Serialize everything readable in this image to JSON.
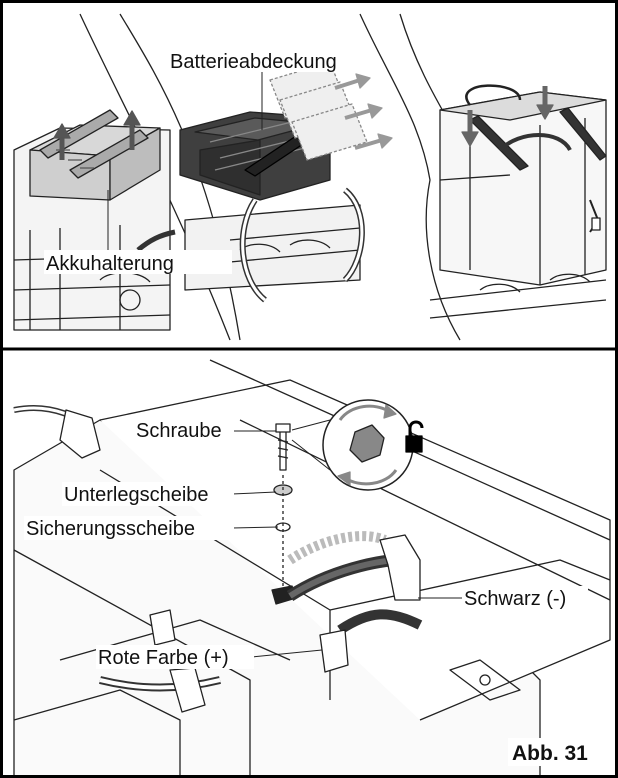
{
  "top_panel": {
    "battery_cover_label": "Batterieabdeckung",
    "battery_holder_label": "Akkuhalterung"
  },
  "bottom_panel": {
    "screw_label": "Schraube",
    "washer_label": "Unterlegscheibe",
    "lock_washer_label": "Sicherungsscheibe",
    "black_label": "Schwarz (-)",
    "red_label": "Rote Farbe (+)",
    "figure_number": "Abb. 31"
  }
}
